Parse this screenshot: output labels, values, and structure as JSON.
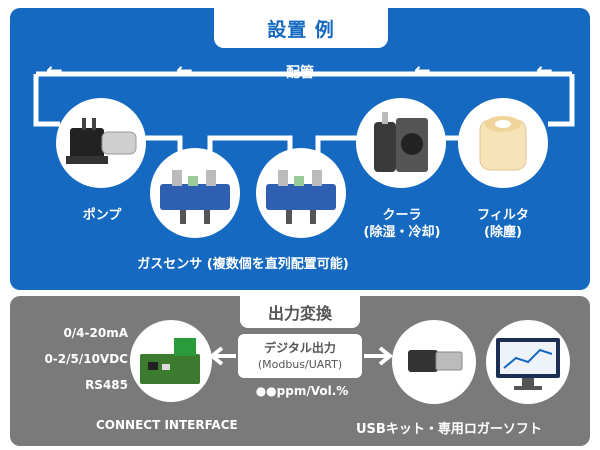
{
  "title": "設置 例",
  "pipe_label": "配管",
  "devices": {
    "pump": "ポンプ",
    "gas_sensor": "ガスセンサ (複数個を直列配置可能)",
    "cooler_line1": "クーラ",
    "cooler_line2": "(除湿・冷却)",
    "filter_line1": "フィルタ",
    "filter_line2": "(除塵)"
  },
  "output": {
    "tab_label": "出力変換",
    "signals": [
      "0/4-20mA",
      "0-2/5/10VDC",
      "RS485"
    ],
    "interface_label": "CONNECT INTERFACE",
    "digital_line1": "デジタル出力",
    "digital_line2": "(Modbus/UART)",
    "ppm_label": "●●ppm/Vol.%",
    "usb_label": "USBキット・専用ロガーソフト"
  },
  "colors": {
    "primary_blue": "#1569c0",
    "gray": "#7a7a7a",
    "white": "#ffffff"
  }
}
